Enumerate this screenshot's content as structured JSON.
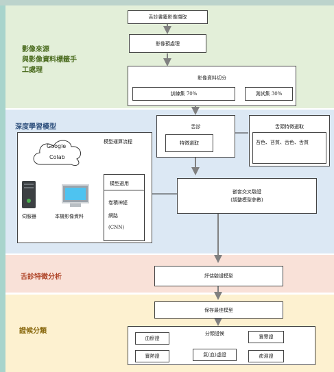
{
  "colors": {
    "band1": "#e3efd9",
    "band2": "#dce8f4",
    "band3": "#f9e1d8",
    "band4": "#fdf1d0",
    "label1": "#4a6b1e",
    "label2": "#2d4f7c",
    "label3": "#b0462a",
    "label4": "#8a6a10",
    "arrow": "#808080"
  },
  "bands": {
    "b1": {
      "label": "影像來源\n與影像資料標籤手\n工處理"
    },
    "b2": {
      "label": "深度學習模型"
    },
    "b3": {
      "label": "舌診特徵分析"
    },
    "b4": {
      "label": "證候分類"
    }
  },
  "boxes": {
    "tongue_db": "舌診書籍影像擷取",
    "preprocess": "影像預處理",
    "split_title": "影像資料切分",
    "train": "訓練集 70%",
    "test": "測試集 30%",
    "diag_title": "舌診",
    "feature_extract": "特徵選取",
    "tongue_feat_title": "舌頭特徵選取",
    "tongue_feat": "苔色、苔質、舌色、舌質",
    "cross_val": "嵌套交叉驗證\n(調整模型參數)",
    "eval": "評估驗證模型",
    "best": "保存最佳模型",
    "syndrome_title": "分類證候",
    "s1": "血瘀證",
    "s2": "實熱證",
    "s3": "實寒證",
    "s4": "氣(血)虛證",
    "s5": "痰濕證"
  },
  "model_panel": {
    "title": "模型運算流程",
    "cloud_line1": "Google",
    "cloud_line2": "Colab",
    "server_label": "伺服器",
    "local_label": "本機影像資料",
    "apply_title": "模型選用",
    "cnn1": "卷積神經",
    "cnn2": "網路",
    "cnn3": "(CNN)"
  }
}
